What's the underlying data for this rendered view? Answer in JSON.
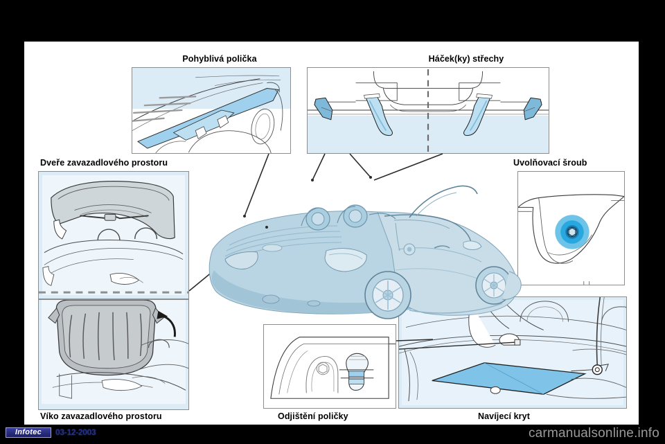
{
  "document": {
    "type": "car-manual-page",
    "language": "cs",
    "vehicle": "Peugeot 206 CC",
    "page_background": "#ffffff",
    "frame_background": "#000000"
  },
  "labels": {
    "top_left": "Pohyblivá polička",
    "top_right": "Háček(ky) střechy",
    "mid_left": "Dveře zavazadlového prostoru",
    "mid_right": "Uvolňovací šroub",
    "bottom_left": "Víko zavazadlového prostoru",
    "bottom_center": "Odjištění poličky",
    "bottom_right": "Navíjecí kryt"
  },
  "panels": [
    {
      "id": "movable-shelf",
      "label": "Pohyblivá polička",
      "caption_position": "above",
      "highlight_color": "#bcdff2",
      "description": "Pohyblivá polička zavazadlového prostoru zvýrazněná modře"
    },
    {
      "id": "roof-hooks",
      "label": "Háček(ky) střechy",
      "caption_position": "above",
      "highlight_color": "#bcdff2",
      "description": "Dva háčky střechy se středovou čárkovanou osou"
    },
    {
      "id": "boot-door",
      "label": "Dveře zavazadlového prostoru",
      "caption_position": "above",
      "highlight_color": "#d8dde0",
      "description": "Otevřené dveře zavazadlového prostoru"
    },
    {
      "id": "release-screw",
      "label": "Uvolňovací šroub",
      "caption_position": "above",
      "highlight_color": "#29a8e0",
      "description": "Detail uvolňovacího šroubu v modrém kroužku"
    },
    {
      "id": "boot-lid",
      "label": "Víko zavazadlového prostoru",
      "caption_position": "below",
      "highlight_color": "#b4b4b4",
      "description": "Žebrované víko zavazadlového prostoru"
    },
    {
      "id": "shelf-release",
      "label": "Odjištění poličky",
      "caption_position": "below",
      "highlight_color": "#bcdff2",
      "description": "Detail odjišťovacího kolíku poličky"
    },
    {
      "id": "roll-up-cover",
      "label": "Navíjecí kryt",
      "caption_position": "below",
      "highlight_color": "#7fc3e8",
      "description": "Navíjecí kryt zavazadlového prostoru rozvinutý"
    }
  ],
  "center_illustration": {
    "name": "peugeot-206-cc-rear-three-quarter",
    "body_color": "#bcd6e3",
    "description": "Kabriolet Peugeot 206 CC ze zadního levého pohledu"
  },
  "footer": {
    "brand": "Infotec",
    "date": "03-12-2003",
    "site": "carmanualsonline",
    "site_tld": ".info",
    "brand_color": "#2f3fa8",
    "site_color": "#9a9a9a"
  }
}
